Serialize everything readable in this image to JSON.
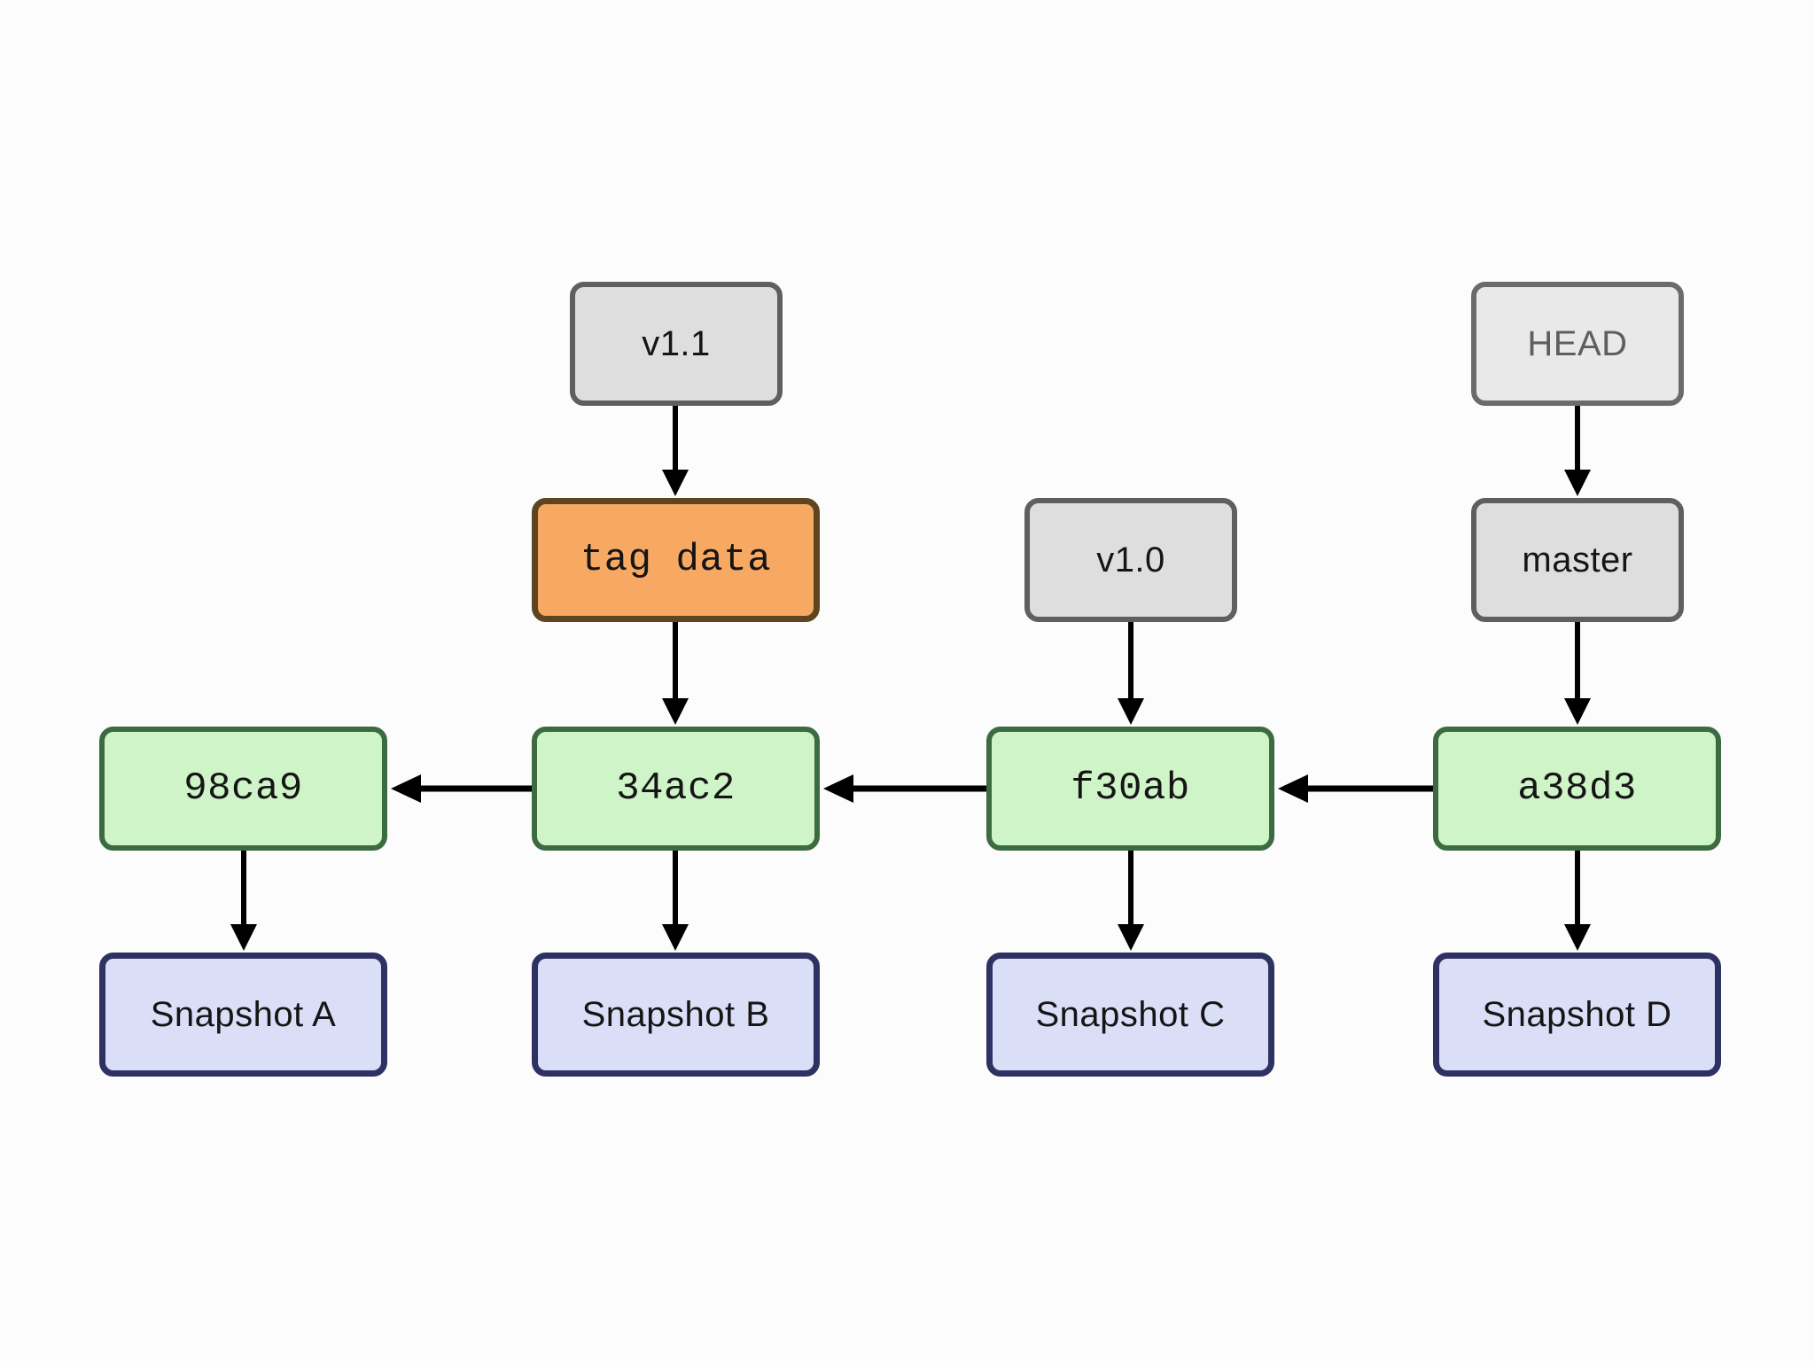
{
  "colors": {
    "background": "#FCFCFC",
    "ref_fill": "#DEDEDE",
    "ref_border": "#5F5F5F",
    "head_fill": "#E9E9E9",
    "head_border": "#6B6B6B",
    "head_text": "#5E5E5E",
    "tag_object_fill": "#F7A964",
    "tag_object_border": "#5E441F",
    "commit_fill": "#CFF4C7",
    "commit_border": "#3D6B41",
    "snapshot_fill": "#DBDEF7",
    "snapshot_border": "#2D3263",
    "arrow": "#000000",
    "text": "#151515"
  },
  "nodes": {
    "v1_1": {
      "label": "v1.1",
      "type": "tag-ref"
    },
    "head": {
      "label": "HEAD",
      "type": "ref"
    },
    "tag_data": {
      "label": "tag data",
      "type": "tag-object"
    },
    "v1_0": {
      "label": "v1.0",
      "type": "tag-ref"
    },
    "master": {
      "label": "master",
      "type": "branch-ref"
    },
    "c98ca9": {
      "label": "98ca9",
      "type": "commit"
    },
    "c34ac2": {
      "label": "34ac2",
      "type": "commit"
    },
    "cf30ab": {
      "label": "f30ab",
      "type": "commit"
    },
    "ca38d3": {
      "label": "a38d3",
      "type": "commit"
    },
    "snap_a": {
      "label": "Snapshot A",
      "type": "snapshot"
    },
    "snap_b": {
      "label": "Snapshot B",
      "type": "snapshot"
    },
    "snap_c": {
      "label": "Snapshot C",
      "type": "snapshot"
    },
    "snap_d": {
      "label": "Snapshot D",
      "type": "snapshot"
    }
  },
  "edges": [
    {
      "from": "v1.1",
      "to": "tag data",
      "direction": "down"
    },
    {
      "from": "tag data",
      "to": "34ac2",
      "direction": "down"
    },
    {
      "from": "v1.0",
      "to": "f30ab",
      "direction": "down"
    },
    {
      "from": "HEAD",
      "to": "master",
      "direction": "down"
    },
    {
      "from": "master",
      "to": "a38d3",
      "direction": "down"
    },
    {
      "from": "34ac2",
      "to": "98ca9",
      "direction": "left"
    },
    {
      "from": "f30ab",
      "to": "34ac2",
      "direction": "left"
    },
    {
      "from": "a38d3",
      "to": "f30ab",
      "direction": "left"
    },
    {
      "from": "98ca9",
      "to": "Snapshot A",
      "direction": "down"
    },
    {
      "from": "34ac2",
      "to": "Snapshot B",
      "direction": "down"
    },
    {
      "from": "f30ab",
      "to": "Snapshot C",
      "direction": "down"
    },
    {
      "from": "a38d3",
      "to": "Snapshot D",
      "direction": "down"
    }
  ]
}
